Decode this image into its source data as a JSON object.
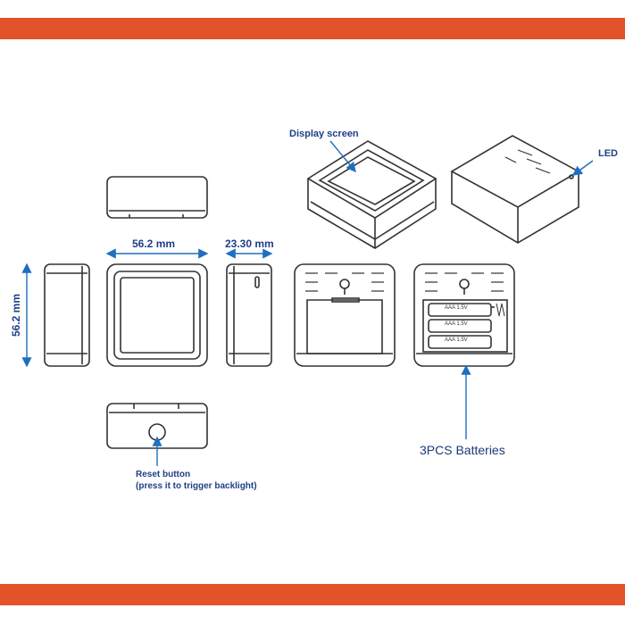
{
  "colors": {
    "band": "#e2532a",
    "annotation": "#1f6fbf",
    "line": "#333333"
  },
  "labels": {
    "width_dim": "56.2 mm",
    "depth_dim": "23.30 mm",
    "height_dim": "56.2 mm",
    "display": "Display screen",
    "led": "LED",
    "reset_line1": "Reset button",
    "reset_line2": "(press it to trigger backlight)",
    "batteries": "3PCS  Batteries"
  },
  "battery_marking": "AAA 1.5V"
}
